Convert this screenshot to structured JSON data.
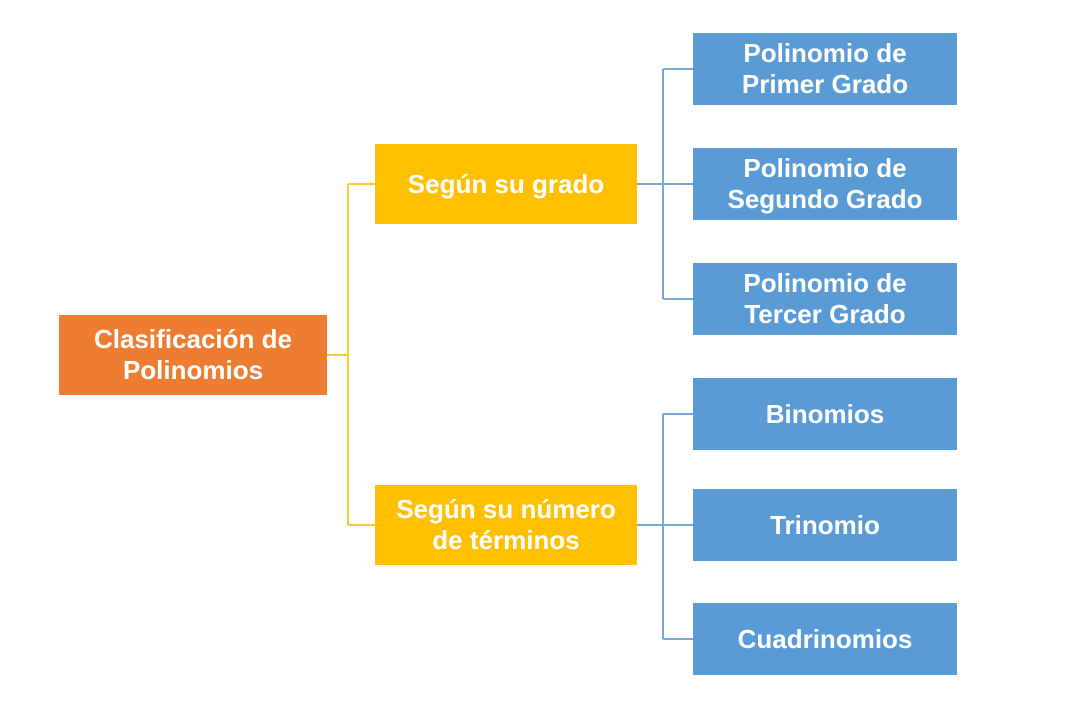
{
  "diagram": {
    "title": "Clasificación de Polinomios",
    "root": {
      "label": "Clasificación de\nPolinomios"
    },
    "branches": [
      {
        "label": "Según su grado",
        "children": [
          "Polinomio de\nPrimer Grado",
          "Polinomio de\nSegundo Grado",
          "Polinomio de\nTercer Grado"
        ]
      },
      {
        "label": "Según su número\nde términos",
        "children": [
          "Binomios",
          "Trinomio",
          "Cuadrinomios"
        ]
      }
    ],
    "colors": {
      "background": "#FFFFFF",
      "root": "#ED7D31",
      "branch": "#FFC000",
      "leaf": "#5B9BD5",
      "connector_root": "#FFC933",
      "connector_branch": "#7AA7DB",
      "text": "#FFFFFF"
    }
  }
}
